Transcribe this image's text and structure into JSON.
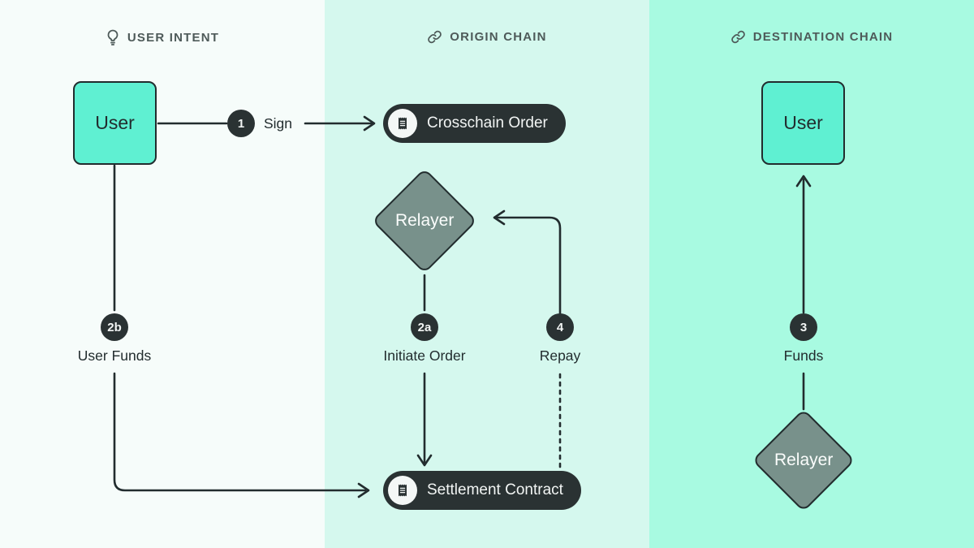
{
  "colors": {
    "panel_left_bg": "#F6FCFA",
    "panel_mid_bg": "#D5F8EE",
    "panel_right_bg": "#A8FAE1",
    "ink": "#222C2E",
    "pill_bg": "#2A3233",
    "node_teal": "#5FF0D2",
    "diamond_sage": "#78918B",
    "header_gray": "#4E5A59"
  },
  "headers": {
    "user_intent": "USER INTENT",
    "origin_chain": "ORIGIN CHAIN",
    "destination_chain": "DESTINATION CHAIN"
  },
  "nodes": {
    "user_left": "User",
    "user_right": "User",
    "relayer_origin": "Relayer",
    "relayer_dest": "Relayer",
    "crosschain_order": "Crosschain Order",
    "settlement_contract": "Settlement Contract"
  },
  "steps": {
    "sign": {
      "badge": "1",
      "label": "Sign"
    },
    "initiate": {
      "badge": "2a",
      "label": "Initiate Order"
    },
    "user_funds": {
      "badge": "2b",
      "label": "User Funds"
    },
    "funds": {
      "badge": "3",
      "label": "Funds"
    },
    "repay": {
      "badge": "4",
      "label": "Repay"
    }
  }
}
